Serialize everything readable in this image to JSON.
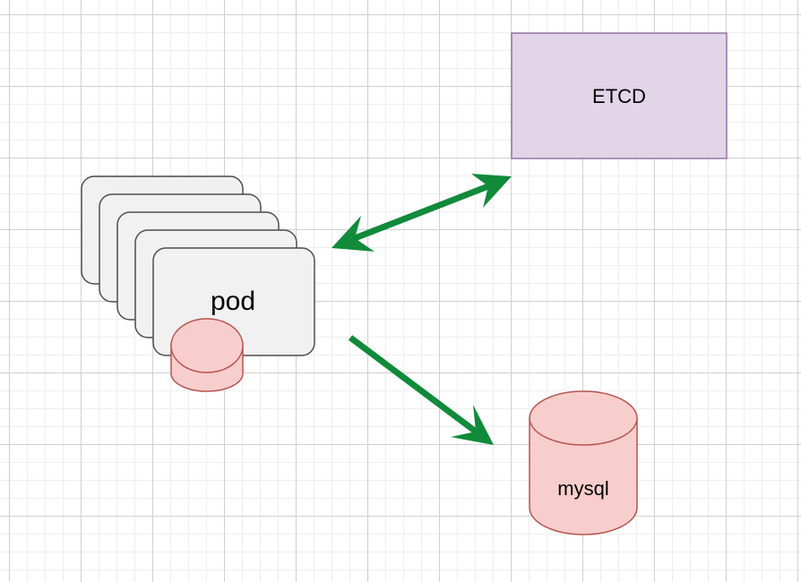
{
  "nodes": {
    "etcd": {
      "label": "ETCD",
      "fill": "#e1d5e7",
      "stroke": "#9673a6"
    },
    "pod": {
      "label": "pod",
      "fill": "#f1f1f1",
      "stroke": "#4d4d4d"
    },
    "mysql": {
      "label": "mysql",
      "fill": "#f8cecc",
      "stroke": "#b85450"
    },
    "pod_storage": {
      "fill": "#f8cecc",
      "stroke": "#b85450"
    }
  },
  "edges": {
    "pod_etcd": {
      "style": "bidirectional",
      "color": "#118a3a"
    },
    "pod_mysql": {
      "style": "directed",
      "color": "#118a3a"
    }
  }
}
